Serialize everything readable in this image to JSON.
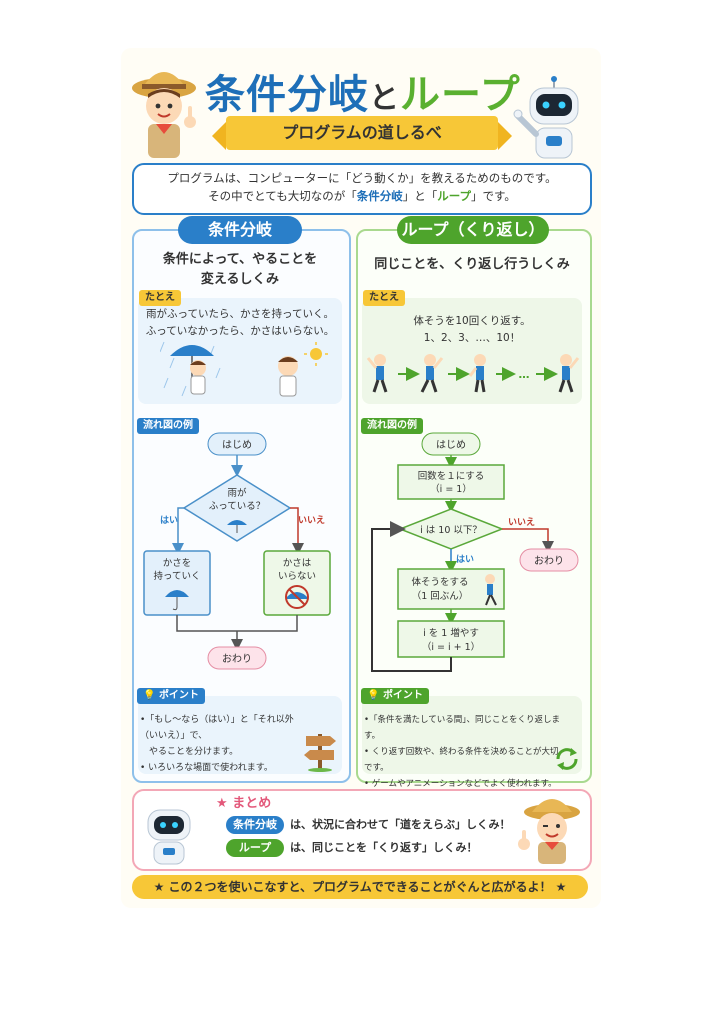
{
  "header": {
    "title_a": "条件分岐",
    "title_and": "と",
    "title_b": "ループ",
    "ribbon": "プログラムの道しるべ"
  },
  "intro": {
    "line1": "プログラムは、コンピューターに「どう動くか」を教えるためのものです。",
    "line2_pre": "その中でとても大切なのが「",
    "cond": "条件分岐",
    "mid": "」と「",
    "loop": "ループ",
    "line2_post": "」です。"
  },
  "left": {
    "heading": "条件分岐",
    "subtitle1": "条件によって、やることを",
    "subtitle2": "変えるしくみ",
    "example_tag": "たとえ",
    "example1": "雨がふっていたら、かさを持っていく。",
    "example2": "ふっていなかったら、かさはいらない。",
    "flow_tag": "流れ図の例",
    "flow": {
      "start": "はじめ",
      "decision1": "雨が",
      "decision2": "ふっている？",
      "yes": "はい",
      "no": "いいえ",
      "yes_box1": "かさを",
      "yes_box2": "持っていく",
      "no_box1": "かさは",
      "no_box2": "いらない",
      "end": "おわり"
    },
    "point_tag": "ポイント",
    "points": [
      "•「もし〜なら（はい）」と「それ以外（いいえ）」で、",
      "　やることを分けます。",
      "• いろいろな場面で使われます。"
    ]
  },
  "right": {
    "heading": "ループ（くり返し）",
    "subtitle": "同じことを、くり返し行うしくみ",
    "example_tag": "たとえ",
    "example1": "体そうを10回くり返す。",
    "example2": "1、2、3、…、10！",
    "dots": "…",
    "flow_tag": "流れ図の例",
    "flow": {
      "start": "はじめ",
      "init1": "回数を１にする",
      "init2": "（i = 1）",
      "decision": "i は 10 以下？",
      "yes": "はい",
      "no": "いいえ",
      "end": "おわり",
      "body1": "体そうをする",
      "body2": "（1 回ぶん）",
      "inc1": "i を 1 増やす",
      "inc2": "（i = i + 1）"
    },
    "point_tag": "ポイント",
    "points": [
      "•「条件を満たしている間」、同じことをくり返します。",
      "• くり返す回数や、終わる条件を決めることが大切です。",
      "• ゲームやアニメーションなどでよく使われます。"
    ]
  },
  "summary": {
    "tag": "まとめ",
    "cond_pill": "条件分岐",
    "cond_text": "は、状況に合わせて「道をえらぶ」しくみ！",
    "loop_pill": "ループ",
    "loop_text": "は、同じことを「くり返す」しくみ！"
  },
  "bottom": "この２つを使いこなすと、プログラムでできることがぐんと広がるよ！",
  "colors": {
    "blue": "#2a7fc9",
    "green": "#4ea42c",
    "yellow": "#f7c737",
    "pink": "#f3a7b6"
  }
}
